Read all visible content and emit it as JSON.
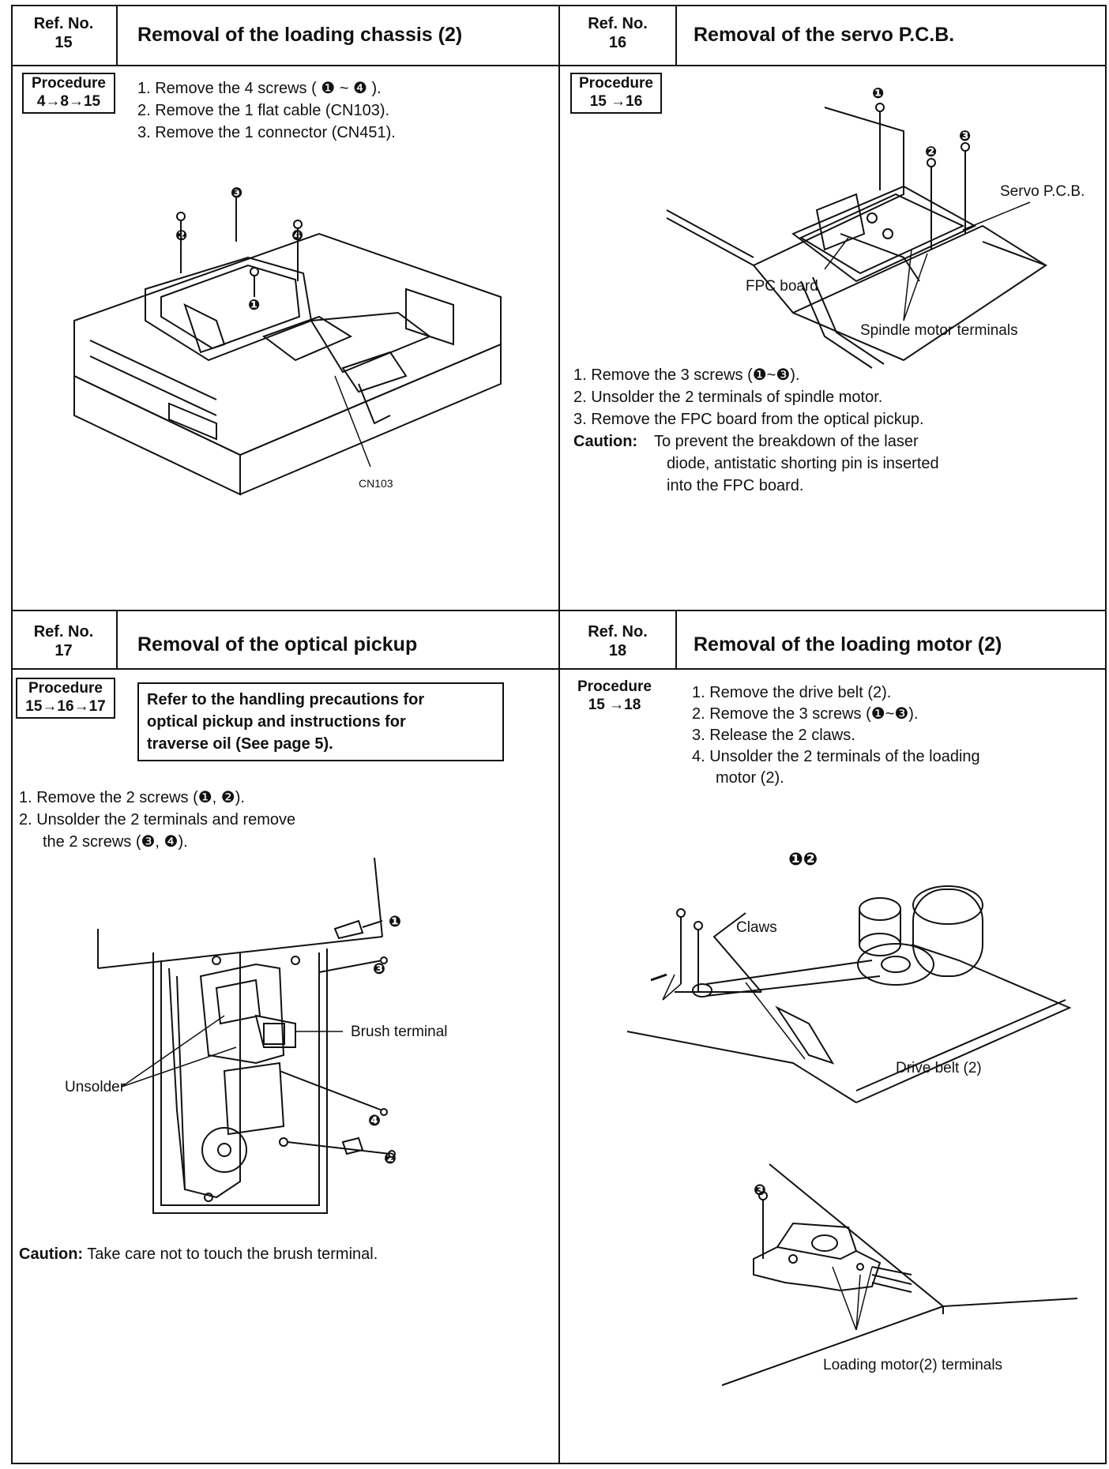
{
  "q15": {
    "ref_label": "Ref. No.",
    "ref_num": "15",
    "title": "Removal of the loading chassis (2)",
    "proc_label": "Procedure",
    "proc_seq": "4→8→15",
    "steps": [
      "1. Remove the 4 screws ( ❶ ~ ❹ ).",
      "2. Remove the 1 flat cable (CN103).",
      "3. Remove the 1 connector (CN451)."
    ],
    "callouts": [
      "❶",
      "❷",
      "❸",
      "❹"
    ],
    "label_cn103": "CN103"
  },
  "q16": {
    "ref_label": "Ref. No.",
    "ref_num": "16",
    "title": "Removal of the servo P.C.B.",
    "proc_label": "Procedure",
    "proc_seq": "15 →16",
    "callouts": [
      "❶",
      "❷",
      "❸"
    ],
    "label_servo": "Servo P.C.B.",
    "label_fpc": "FPC board",
    "label_spindle": "Spindle motor terminals",
    "steps": [
      "1. Remove the 3 screws (❶~❸).",
      "2. Unsolder the 2 terminals of spindle motor.",
      "3. Remove the FPC board from the optical pickup."
    ],
    "caution_label": "Caution:",
    "caution_lines": [
      "To prevent the breakdown of the laser",
      "diode, antistatic shorting pin is inserted",
      "into the FPC board."
    ]
  },
  "q17": {
    "ref_label": "Ref. No.",
    "ref_num": "17",
    "title": "Removal of the optical pickup",
    "proc_label": "Procedure",
    "proc_seq": "15→16→17",
    "notice_lines": [
      "Refer to the handling precautions for",
      "optical pickup and instructions for",
      "traverse oil (See page 5)."
    ],
    "steps": [
      "1. Remove the 2 screws (❶, ❷).",
      "2. Unsolder the 2 terminals and remove",
      "the 2 screws (❸, ❹)."
    ],
    "callouts": [
      "❶",
      "❷",
      "❸",
      "❹"
    ],
    "label_brush": "Brush terminal",
    "label_unsolder": "Unsolder",
    "caution_label": "Caution:",
    "caution_text": "Take care not to touch the brush terminal."
  },
  "q18": {
    "ref_label": "Ref. No.",
    "ref_num": "18",
    "title": "Removal of the loading motor (2)",
    "proc_label": "Procedure",
    "proc_seq": "15 →18",
    "steps": [
      "1. Remove the drive belt (2).",
      "2. Remove the 3 screws (❶~❸).",
      "3. Release the 2 claws.",
      "4. Unsolder the 2 terminals of the loading",
      "motor (2)."
    ],
    "callouts_top": "❶❷",
    "callout_bottom": "❸",
    "label_claws": "Claws",
    "label_belt": "Drive belt (2)",
    "label_terminals": "Loading motor(2) terminals"
  }
}
